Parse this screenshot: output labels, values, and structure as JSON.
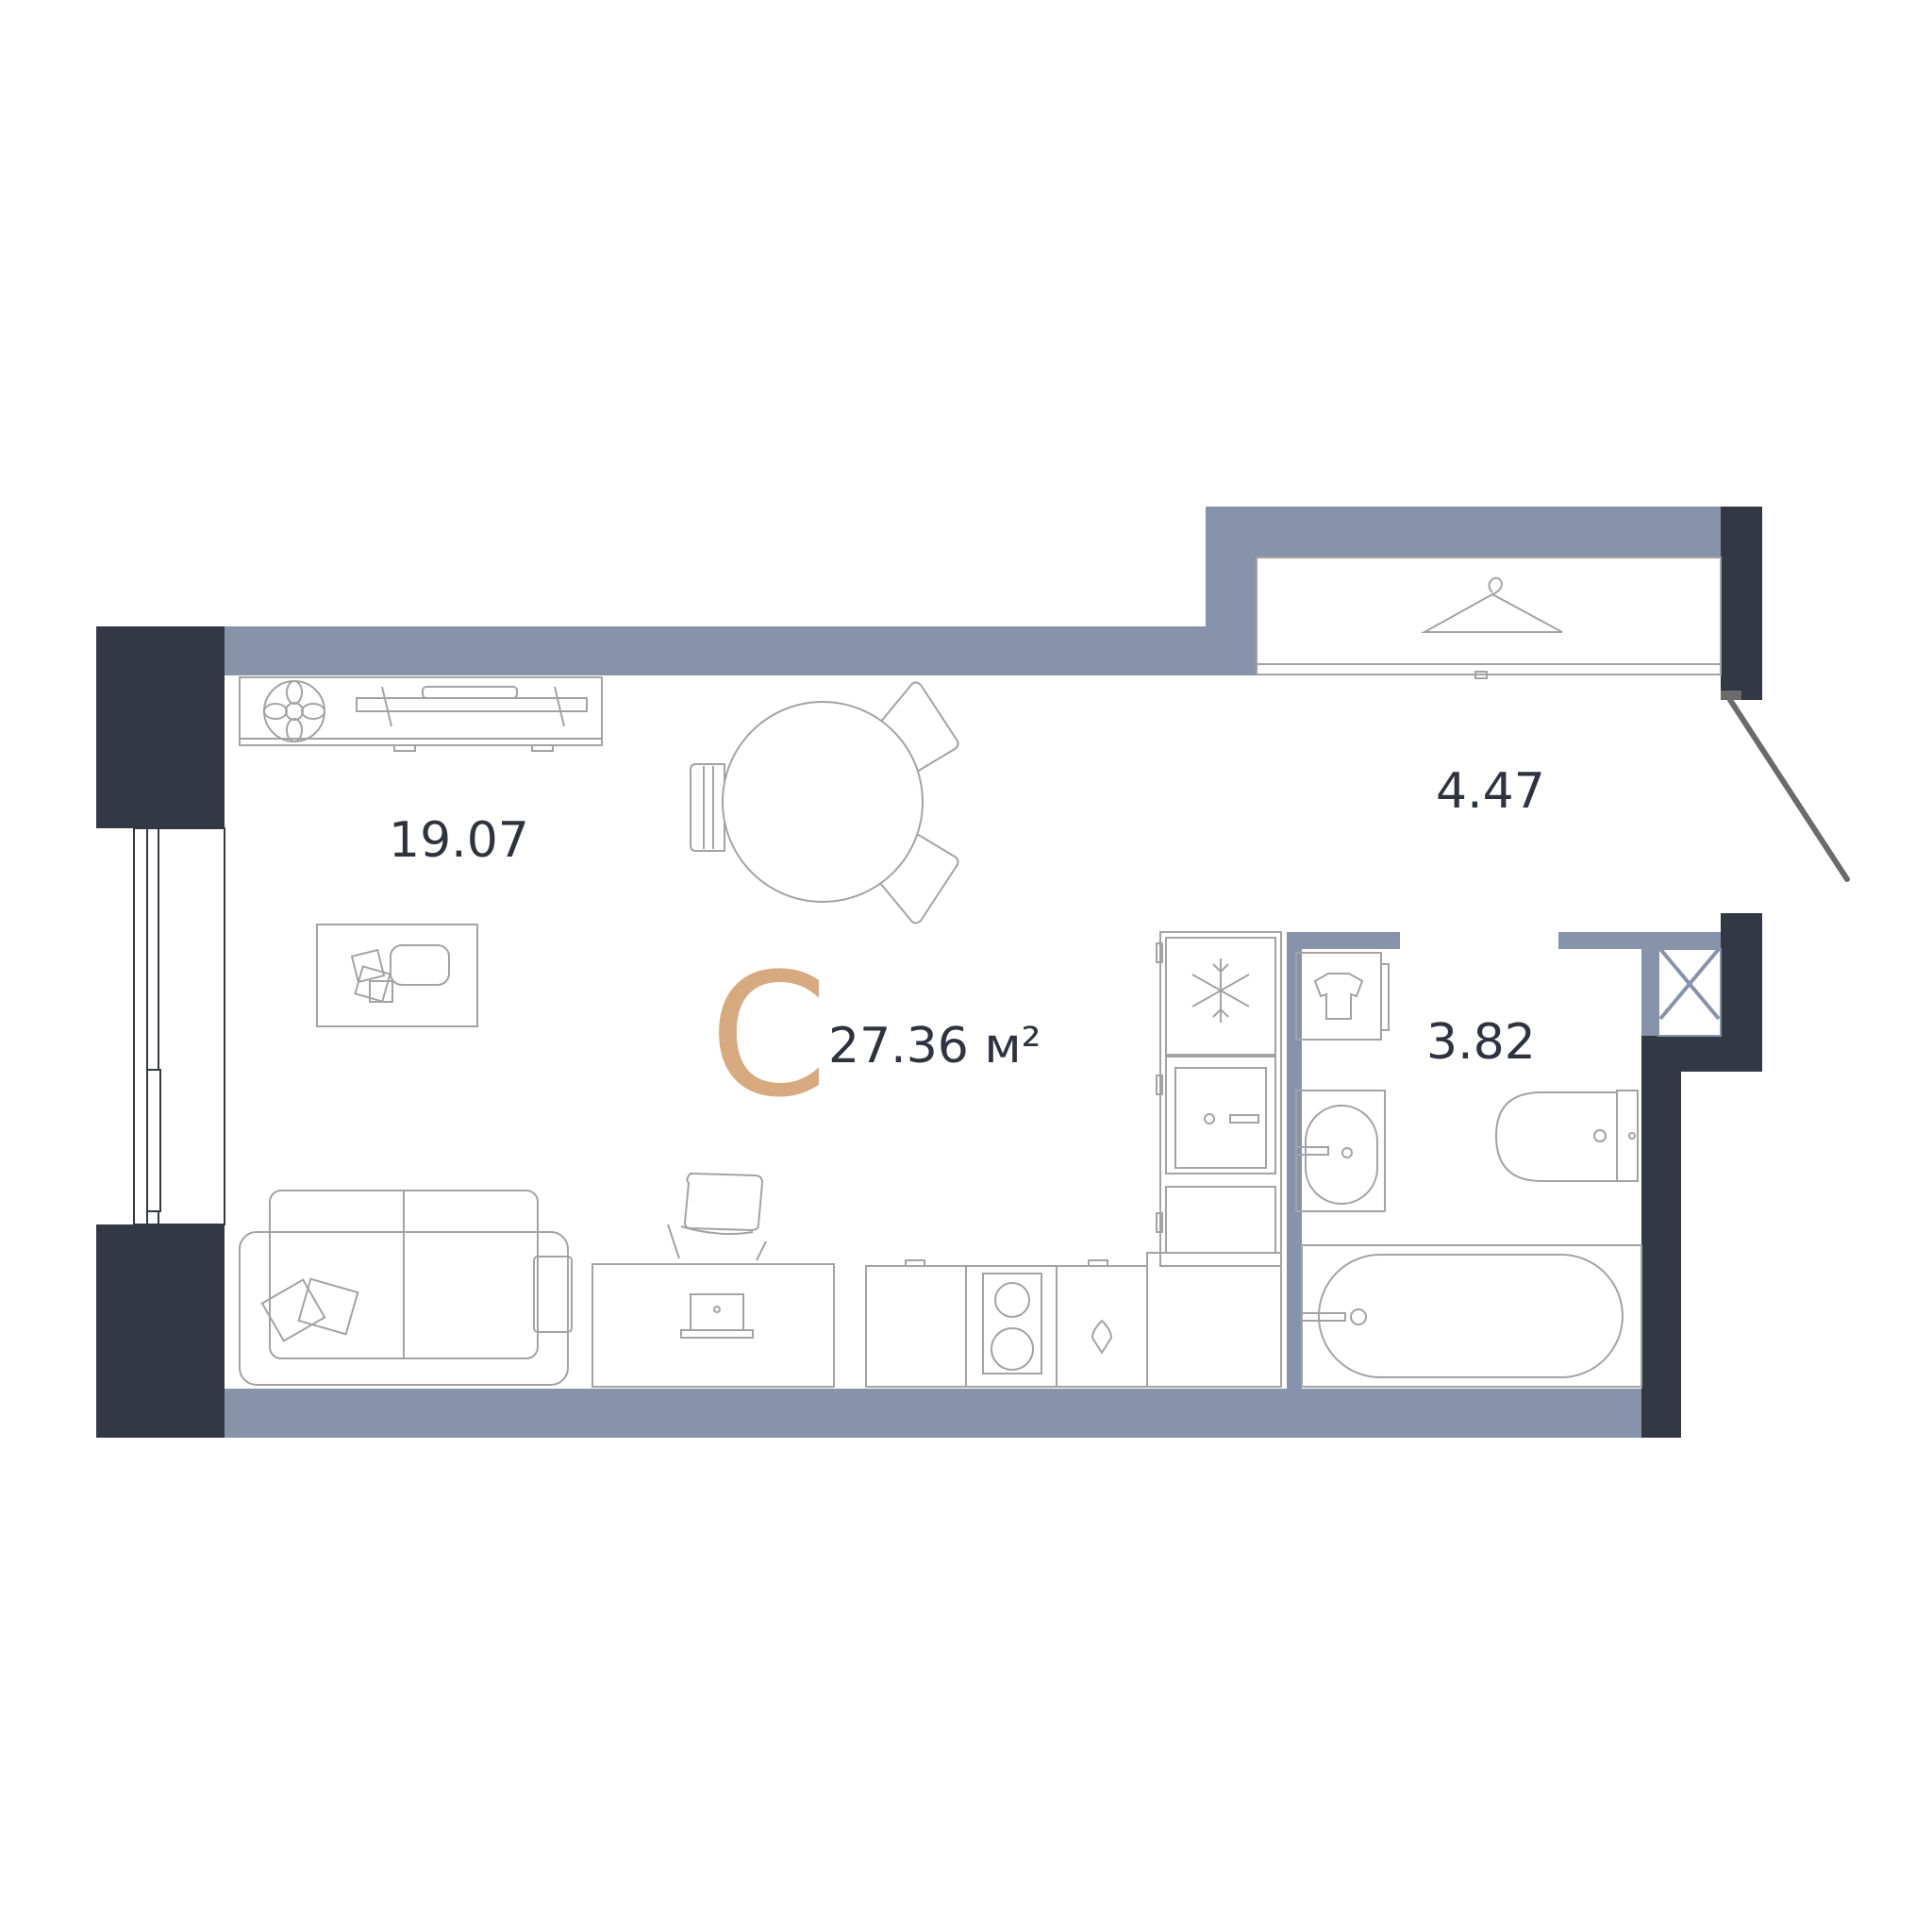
{
  "plan": {
    "apartment_type": "С",
    "total_area": "27.36 м²",
    "rooms": [
      {
        "id": "living",
        "area": "19.07"
      },
      {
        "id": "hall",
        "area": "4.47"
      },
      {
        "id": "bathroom",
        "area": "3.82"
      }
    ]
  },
  "colors": {
    "exterior_wall": "#333845",
    "interior_wall": "#8693ab",
    "accent": "#d6a97f",
    "text": "#2f3340",
    "furniture": "#a3a3a3"
  },
  "icons": [
    "hanger-icon",
    "snowflake-icon",
    "shirt-icon",
    "laptop-icon",
    "flower-icon",
    "cooktop-icon",
    "pin-icon"
  ]
}
